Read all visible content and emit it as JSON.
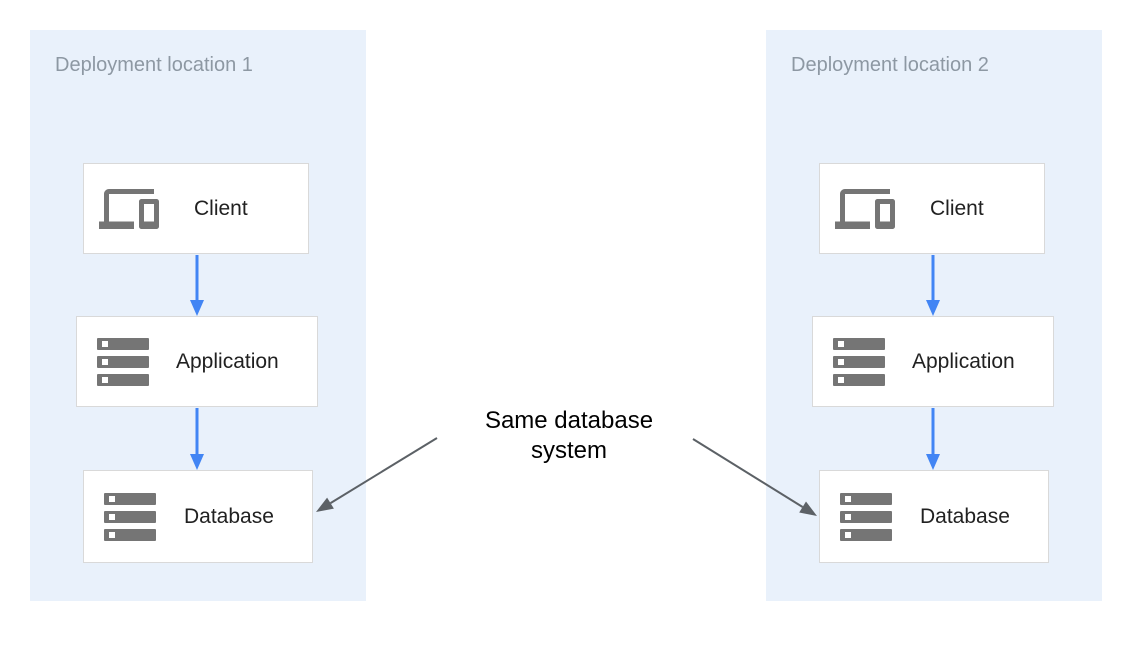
{
  "diagram": {
    "panels": [
      {
        "title": "Deployment location 1",
        "nodes": [
          {
            "label": "Client",
            "icon": "devices-icon"
          },
          {
            "label": "Application",
            "icon": "server-stack-icon"
          },
          {
            "label": "Database",
            "icon": "server-stack-icon"
          }
        ]
      },
      {
        "title": "Deployment location 2",
        "nodes": [
          {
            "label": "Client",
            "icon": "devices-icon"
          },
          {
            "label": "Application",
            "icon": "server-stack-icon"
          },
          {
            "label": "Database",
            "icon": "server-stack-icon"
          }
        ]
      }
    ],
    "annotation": {
      "label": "Same database system"
    },
    "colors": {
      "panel_bg": "#e9f1fb",
      "box_bg": "#ffffff",
      "box_border": "#d9d9d9",
      "icon_gray": "#757575",
      "panel_title_text": "#8d98a3",
      "node_label_text": "#212121",
      "annotation_text": "#000000",
      "flow_arrow_blue": "#4285f4",
      "annotation_arrow_gray": "#5c6166"
    }
  }
}
